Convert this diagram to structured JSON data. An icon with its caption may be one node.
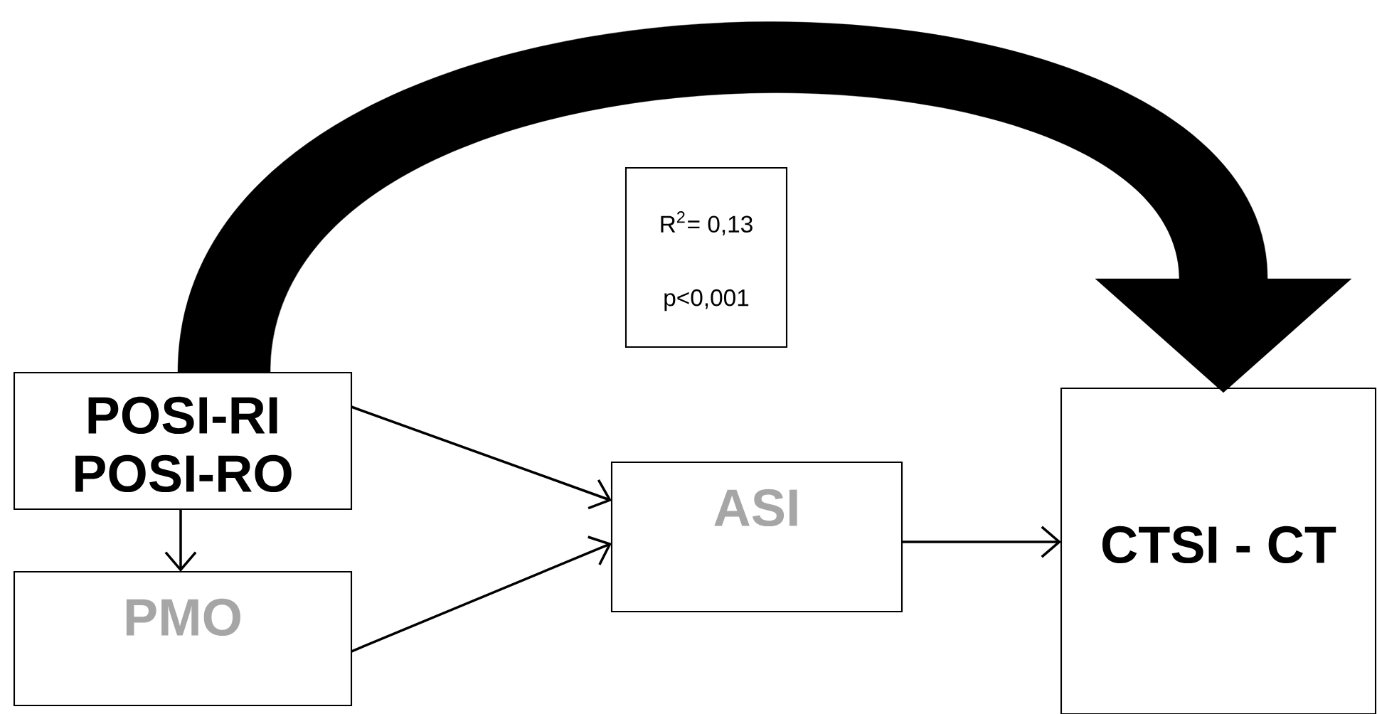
{
  "diagram": {
    "nodes": [
      {
        "text": [
          "POSI-RI",
          "POSI-RO"
        ]
      },
      {
        "text": [
          "PMO"
        ]
      },
      {
        "text": [
          "ASI"
        ]
      },
      {
        "text": [
          "CTSI - CT"
        ]
      },
      {
        "text": [
          "R$^{2}$= 0,13",
          "p<0,001"
        ]
      }
    ],
    "edges": [
      {
        "from": 0,
        "to": 3,
        "arrow": "to",
        "style": "thick"
      },
      {
        "from": 0,
        "to": 2,
        "arrow": "to"
      },
      {
        "from": 0,
        "to": 1,
        "arrow": "to"
      },
      {
        "from": 1,
        "to": 2,
        "arrow": "to"
      },
      {
        "from": 2,
        "to": 3,
        "arrow": "to"
      }
    ]
  }
}
